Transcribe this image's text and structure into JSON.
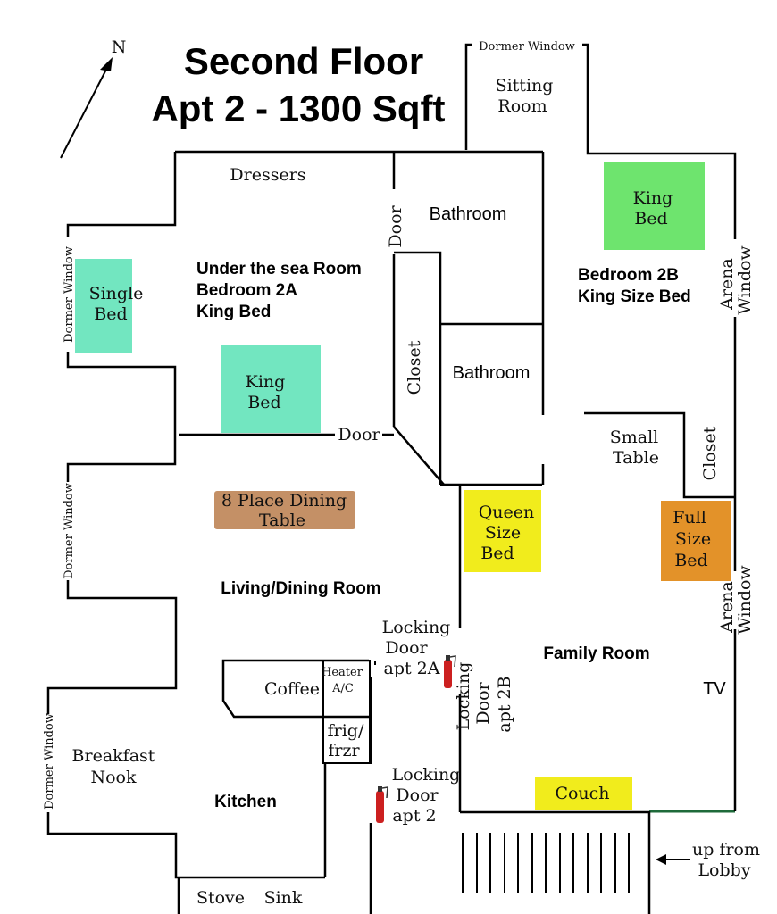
{
  "title": {
    "line1": "Second Floor",
    "line2": "Apt 2 - 1300 Sqft"
  },
  "compass": {
    "label": "N"
  },
  "rooms": {
    "sitting_room": [
      "Sitting",
      "Room"
    ],
    "dressers": "Dressers",
    "bathroom_top": "Bathroom",
    "bathroom_mid": "Bathroom",
    "bedroom_2a": [
      "Under the sea Room",
      "Bedroom 2A",
      "King Bed"
    ],
    "bedroom_2b": [
      "Bedroom 2B",
      "King Size Bed"
    ],
    "living": "Living/Dining Room",
    "family": "Family Room",
    "kitchen": "Kitchen",
    "breakfast": [
      "Breakfast",
      "Nook"
    ],
    "closet_left": "Closet",
    "closet_right": "Closet",
    "small_table": [
      "Small",
      "Table"
    ]
  },
  "furniture": {
    "single_bed": [
      "Single",
      "Bed"
    ],
    "king_bed_2a": [
      "King",
      "Bed"
    ],
    "king_bed_2b": [
      "King",
      "Bed"
    ],
    "dining_table": [
      "8 Place Dining",
      "Table"
    ],
    "queen_bed": [
      "Queen",
      "Size",
      "Bed"
    ],
    "full_bed": [
      "Full",
      "Size",
      "Bed"
    ],
    "couch": "Couch",
    "tv": "TV",
    "coffee": "Coffee",
    "heater": [
      "Heater",
      "A/C"
    ],
    "fridge": [
      "frig/",
      "frzr"
    ],
    "stove": "Stove",
    "sink": "Sink"
  },
  "doors": {
    "door_bath": "Door",
    "door_2a": "Door",
    "locking_2a": [
      "Locking",
      "Door",
      "apt 2A"
    ],
    "locking_2b": [
      "Locking",
      "Door",
      "apt 2B"
    ],
    "locking_2": [
      "Locking",
      "Door",
      "apt 2"
    ]
  },
  "windows": {
    "dormer_top": "Dormer Window",
    "dormer_left1": "Dormer Window",
    "dormer_left2": "Dormer Window",
    "dormer_left3": "Dormer Window",
    "arena_1": [
      "Arena",
      "Window"
    ],
    "arena_2": [
      "Arena",
      "Window"
    ]
  },
  "stairs": {
    "label": [
      "up from",
      "Lobby"
    ]
  },
  "colors": {
    "teal": "#72e6c0",
    "green": "#6ee46e",
    "yellow": "#f1ec1c",
    "orange": "#e39229",
    "brown": "#c49066",
    "extinguisher": "#cc2020"
  }
}
